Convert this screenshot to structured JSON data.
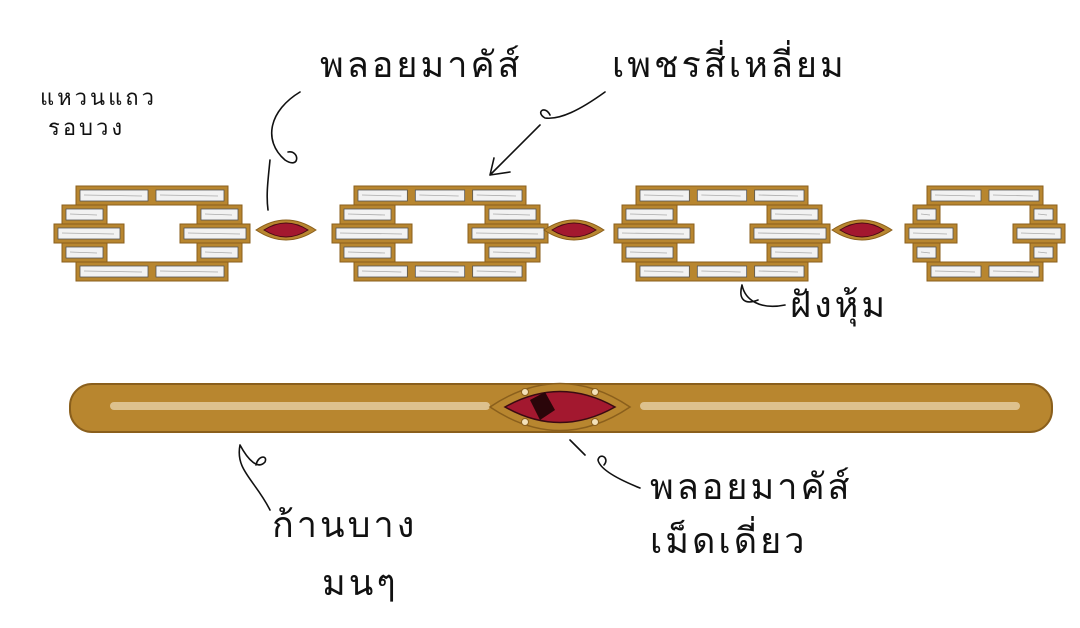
{
  "labels": {
    "row_ring": [
      "แหวนแถว",
      "รอบวง"
    ],
    "marquise_stone": "พลอยมาคัส์",
    "square_diamond": "เพชรสี่เหลี่ยม",
    "bezel_setting": "ฝังหุ้ม",
    "thin_band": [
      "ก้านบาง",
      "มนๆ"
    ],
    "single_marquise": [
      "พลอยมาคัส์",
      "เม็ดเดี่ยว"
    ]
  },
  "colors": {
    "gold": "#b8862f",
    "gold_dark": "#8a5f1c",
    "ruby": "#a3182f",
    "diamond": "#f2f2f2"
  }
}
